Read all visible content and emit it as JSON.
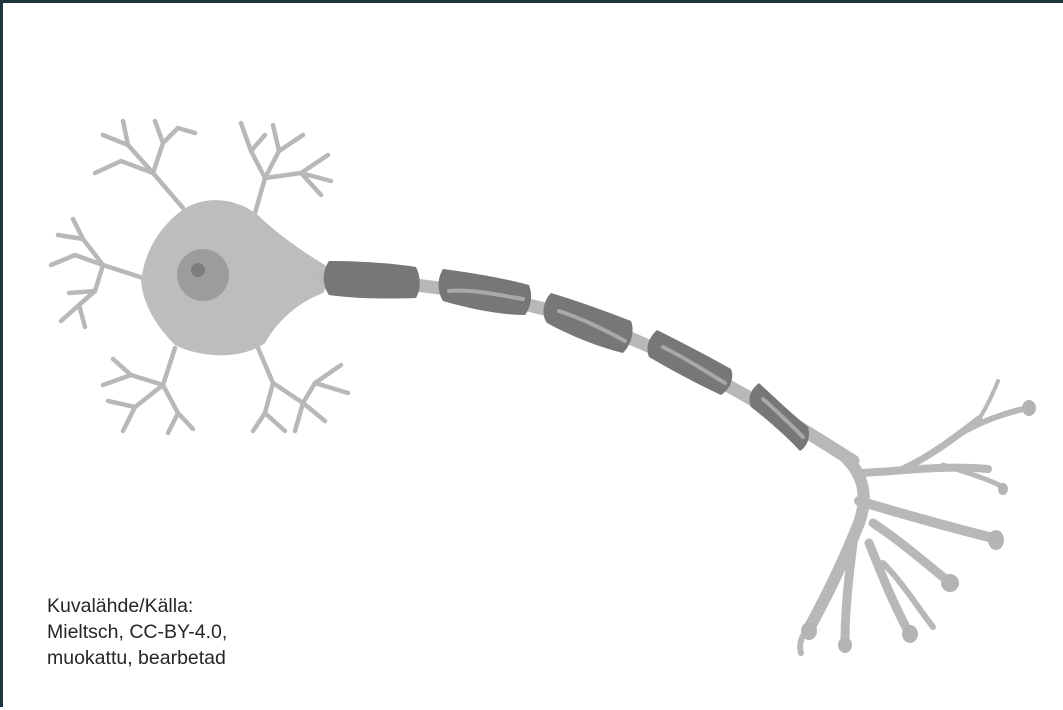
{
  "colors": {
    "frame_border": "#1f3540",
    "background": "#ffffff",
    "cell_light": "#b4b4b4",
    "soma": "#bdbdbd",
    "nucleus": "#9c9c9c",
    "nucleolus": "#7d7d7d",
    "myelin": "#777777",
    "credit_text": "#262626"
  },
  "credit": {
    "line1": "Kuvalähde/Källa:",
    "line2": "Mieltsch, CC-BY-4.0,",
    "line3": "muokattu, bearbetad"
  }
}
